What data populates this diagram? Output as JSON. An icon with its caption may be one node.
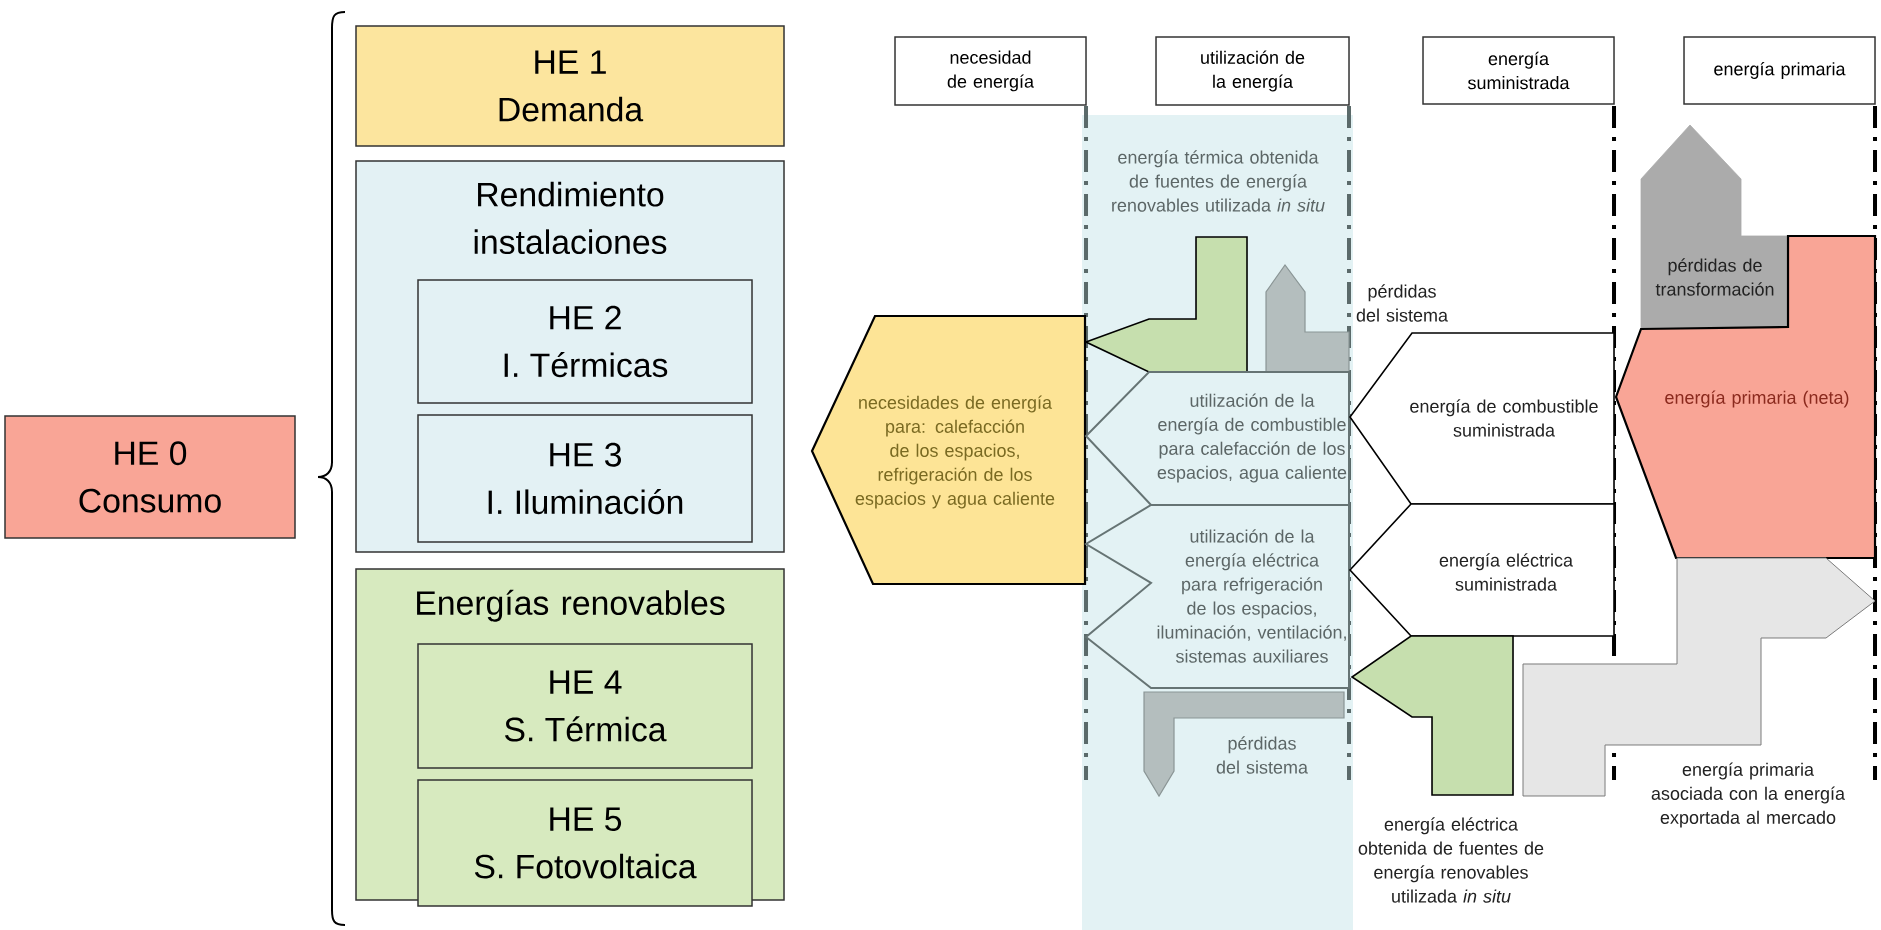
{
  "diagram": {
    "nodes": [
      {
        "text": [
          "HE 0",
          "Consumo"
        ]
      },
      {
        "text": [
          "HE 1",
          "Demanda"
        ]
      },
      {
        "text": [
          "Rendimiento instalaciones"
        ]
      },
      {
        "text": [
          "HE 2",
          "I. Térmicas"
        ],
        "in": 2
      },
      {
        "text": [
          "HE 3",
          "I. Iluminación"
        ],
        "in": 2
      },
      {
        "text": [
          "Energías renovables"
        ]
      },
      {
        "text": [
          "HE 4",
          "S. Térmica"
        ],
        "in": 5
      },
      {
        "text": [
          "HE 5",
          "S. Fotovoltaica"
        ],
        "in": 5
      },
      {
        "text": [
          "necesidad de energía"
        ]
      },
      {
        "text": [
          "utilización de la energía"
        ]
      },
      {
        "text": [
          "energía suministrada"
        ]
      },
      {
        "text": [
          "energía primaria"
        ]
      },
      {
        "text": [
          "necesidades de energía para: calefacción de los espacios, refrigeración de los espacios y agua caliente"
        ]
      },
      {
        "text": [
          "energía térmica obtenida de fuentes de energía renovables utilizada *in situ*"
        ]
      },
      {
        "text": [
          "pérdidas del sistema"
        ]
      },
      {
        "text": [
          "utilización de la energía de combustible para calefacción de los espacios, agua caliente"
        ]
      },
      {
        "text": [
          "utilización de la energía eléctrica para refrigeración de los espacios, iluminación, ventilación, sistemas auxiliares"
        ]
      },
      {
        "text": [
          "pérdidas del sistema"
        ]
      },
      {
        "text": [
          "energía de combustible suministrada"
        ]
      },
      {
        "text": [
          "energía eléctrica suministrada"
        ]
      },
      {
        "text": [
          "energía eléctrica obtenida de fuentes de energía renovables utilizada *in situ*"
        ]
      },
      {
        "text": [
          "pérdidas de transformación"
        ]
      },
      {
        "text": [
          "energía primaria (neta)"
        ]
      },
      {
        "text": [
          "energía primaria asociada con la energía exportada al mercado"
        ]
      }
    ]
  }
}
